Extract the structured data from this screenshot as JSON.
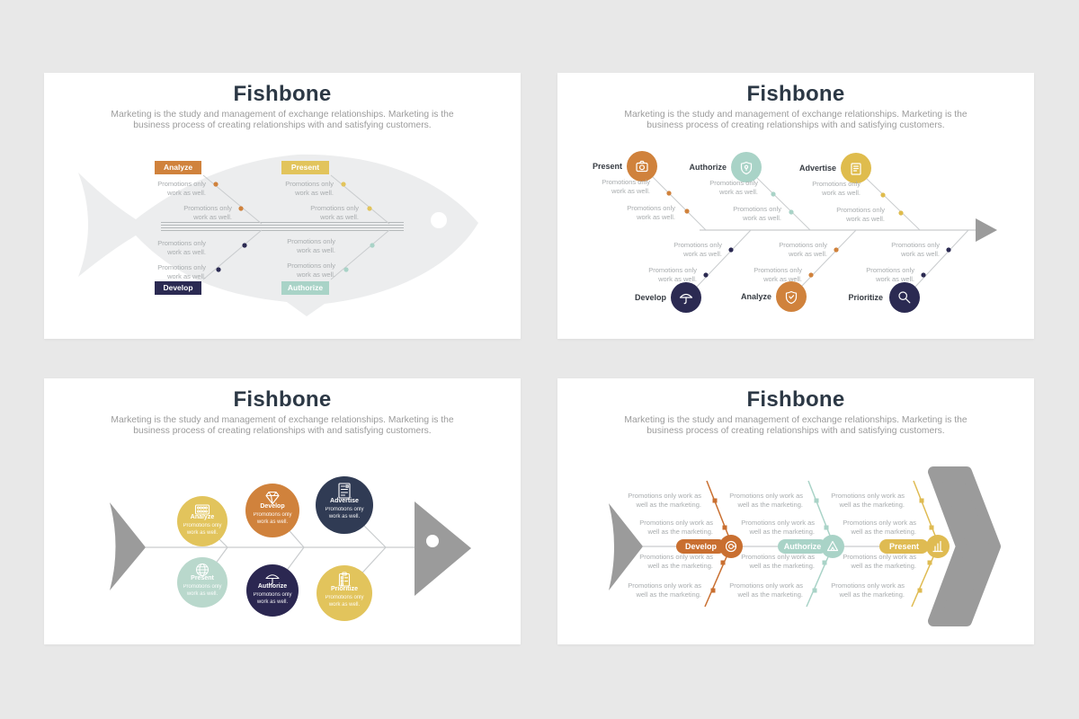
{
  "page": {
    "background": "#E8E8E8"
  },
  "texts": {
    "title": "Fishbone",
    "subtitle": "Marketing is the study and management of exchange relationships. Marketing is the business process of creating relationships with and satisfying customers.",
    "promo_short": "Promotions only work as well.",
    "promo_long": "Promotions only work as well as the marketing."
  },
  "colors": {
    "orange": "#D0823C",
    "deep_orange": "#C96F30",
    "yellow": "#E2C45C",
    "yellow_dark": "#DFBC4D",
    "teal": "#A9D3C7",
    "teal_light": "#B9D8CC",
    "navy": "#2B2A52",
    "indigo": "#2B2751",
    "slate": "#303B54",
    "gray_shape": "#9B9B9B",
    "line_gray": "#C9CCCE",
    "title_text": "#2C3845",
    "subtitle_text": "#9B9B9B",
    "bone_text": "#A8ACAE",
    "label_text": "#363B42",
    "fish_silhouette": "#ECEDEE"
  },
  "s1": {
    "labels": [
      "Analyze",
      "Present",
      "Develop",
      "Authorize"
    ]
  },
  "s2": {
    "top": [
      {
        "label": "Present",
        "icon": "camera"
      },
      {
        "label": "Authorize",
        "icon": "shield"
      },
      {
        "label": "Advertise",
        "icon": "document"
      }
    ],
    "bottom": [
      {
        "label": "Develop",
        "icon": "umbrella"
      },
      {
        "label": "Analyze",
        "icon": "shield-check"
      },
      {
        "label": "Prioritize",
        "icon": "magnifier"
      }
    ]
  },
  "s3": {
    "circles": [
      {
        "label": "Analyze",
        "icon": "abacus"
      },
      {
        "label": "Develop",
        "icon": "diamond"
      },
      {
        "label": "Advertise",
        "icon": "form"
      },
      {
        "label": "Present",
        "icon": "globe"
      },
      {
        "label": "Authorize",
        "icon": "umbrella"
      },
      {
        "label": "Prioritize",
        "icon": "clipboard"
      }
    ]
  },
  "s4": {
    "stations": [
      {
        "label": "Develop",
        "icon": "donut"
      },
      {
        "label": "Authorize",
        "icon": "pyramid"
      },
      {
        "label": "Present",
        "icon": "bar-chart"
      }
    ]
  }
}
